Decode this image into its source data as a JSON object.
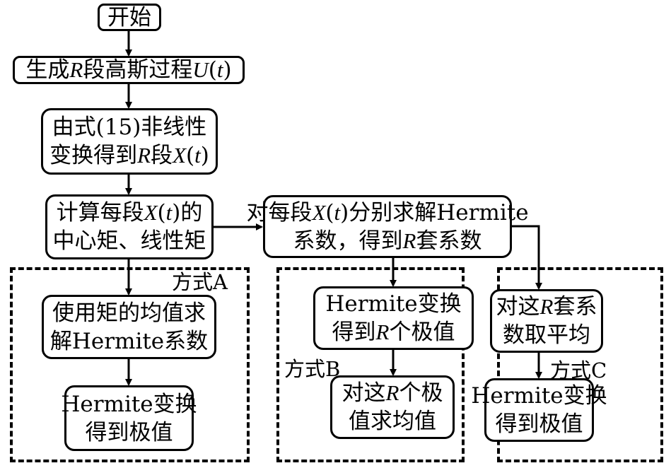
{
  "diagram": {
    "nodes": {
      "start": {
        "lines": [
          "开始"
        ]
      },
      "generate": {
        "lines": [
          "生成R段高斯过程U(t)"
        ]
      },
      "transform": {
        "lines": [
          "由式(15)非线性",
          "变换得到R段X(t)"
        ]
      },
      "moments": {
        "lines": [
          "计算每段X(t)的",
          "中心矩、线性矩"
        ]
      },
      "solve_each": {
        "lines": [
          "对每段X(t)分别求解Hermite",
          "系数，得到R套系数"
        ]
      },
      "a_solve": {
        "lines": [
          "使用矩的均值求",
          "解Hermite系数"
        ]
      },
      "a_extreme": {
        "lines": [
          "Hermite变换",
          "得到极值"
        ]
      },
      "b_transform": {
        "lines": [
          "Hermite变换",
          "得到R个极值"
        ]
      },
      "b_average": {
        "lines": [
          "对这R个极",
          "值求均值"
        ]
      },
      "c_average": {
        "lines": [
          "对这R套系",
          "数取平均"
        ]
      },
      "c_extreme": {
        "lines": [
          "Hermite变换",
          "得到极值"
        ]
      }
    },
    "groups": {
      "method_a": "方式A",
      "method_b": "方式B",
      "method_c": "方式C"
    },
    "edges": [
      [
        "start",
        "generate"
      ],
      [
        "generate",
        "transform"
      ],
      [
        "transform",
        "moments"
      ],
      [
        "moments",
        "solve_each"
      ],
      [
        "moments",
        "a_solve"
      ],
      [
        "a_solve",
        "a_extreme"
      ],
      [
        "solve_each",
        "b_transform"
      ],
      [
        "b_transform",
        "b_average"
      ],
      [
        "solve_each",
        "c_average"
      ],
      [
        "c_average",
        "c_extreme"
      ]
    ]
  }
}
